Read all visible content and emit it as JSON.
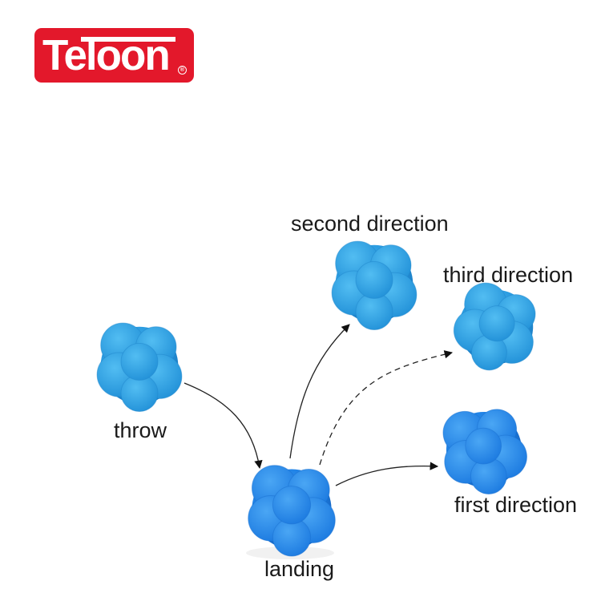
{
  "brand": {
    "logo_text": "Teloon",
    "registered_mark": "®",
    "color": "#e3182b"
  },
  "diagram": {
    "nodes": [
      {
        "id": "throw",
        "label": "throw"
      },
      {
        "id": "landing",
        "label": "landing"
      },
      {
        "id": "second",
        "label": "second direction"
      },
      {
        "id": "third",
        "label": "third direction"
      },
      {
        "id": "first",
        "label": "first direction"
      }
    ],
    "edges": [
      {
        "from": "throw",
        "to": "landing",
        "style": "solid"
      },
      {
        "from": "landing",
        "to": "second",
        "style": "solid"
      },
      {
        "from": "landing",
        "to": "third",
        "style": "dashed"
      },
      {
        "from": "landing",
        "to": "first",
        "style": "solid"
      }
    ],
    "ball_color": "#2a9be0"
  }
}
